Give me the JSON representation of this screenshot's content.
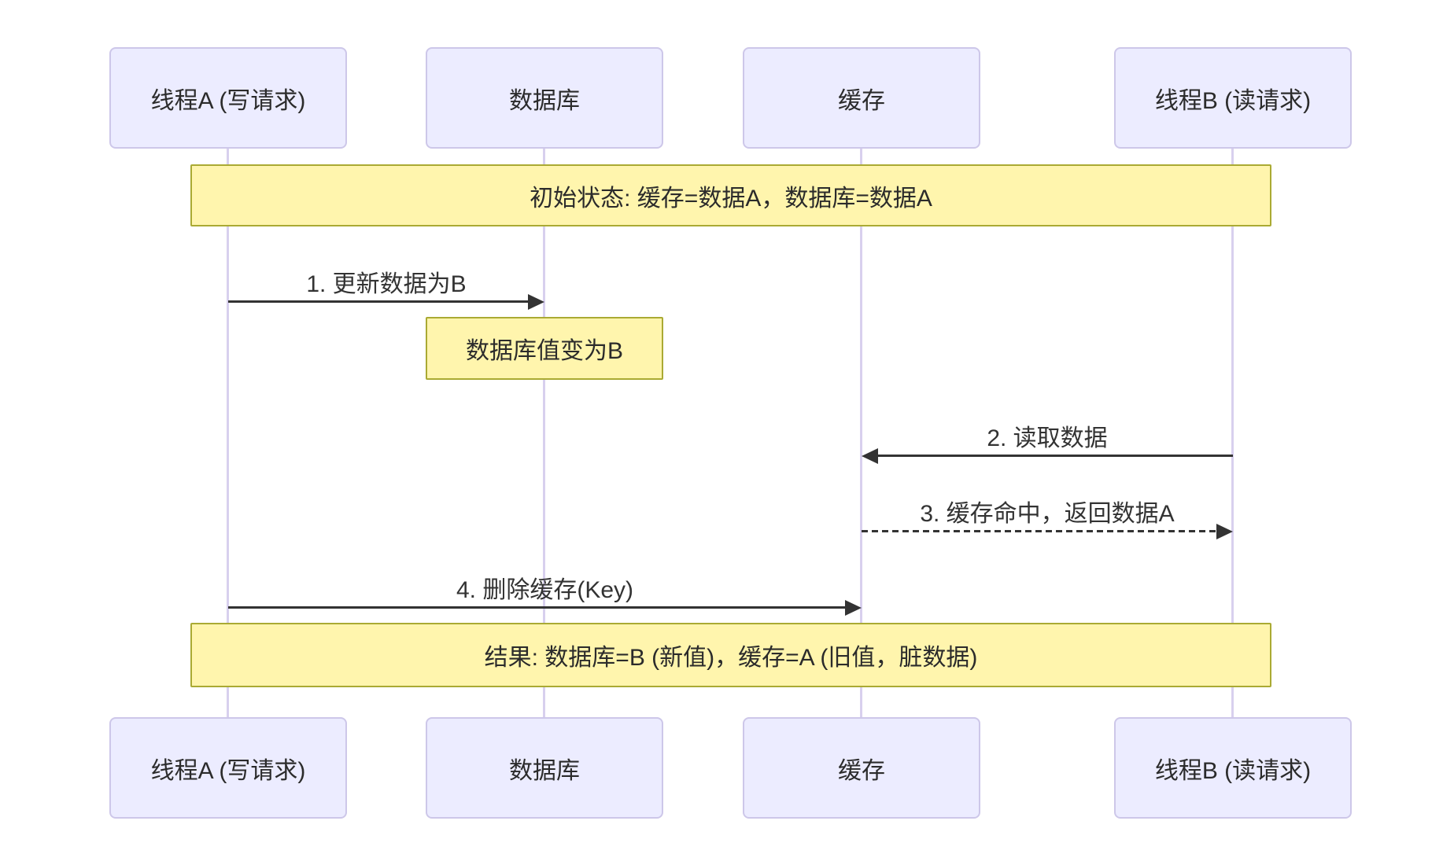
{
  "diagram_type": "sequence",
  "actors": [
    {
      "label": "线程A (写请求)"
    },
    {
      "label": "数据库"
    },
    {
      "label": "缓存"
    },
    {
      "label": "线程B (读请求)"
    }
  ],
  "notes": {
    "initial": {
      "text": "初始状态: 缓存=数据A，数据库=数据A",
      "span": "all"
    },
    "db_change": {
      "text": "数据库值变为B",
      "span": "数据库"
    },
    "result": {
      "text": "结果: 数据库=B (新值)，缓存=A (旧值，脏数据)",
      "span": "all"
    }
  },
  "messages": [
    {
      "label": "1. 更新数据为B",
      "from": "线程A (写请求)",
      "to": "数据库",
      "line": "solid",
      "direction": "right"
    },
    {
      "label": "2. 读取数据",
      "from": "线程B (读请求)",
      "to": "缓存",
      "line": "solid",
      "direction": "left"
    },
    {
      "label": "3. 缓存命中，返回数据A",
      "from": "缓存",
      "to": "线程B (读请求)",
      "line": "dashed",
      "direction": "right"
    },
    {
      "label": "4. 删除缓存(Key)",
      "from": "线程A (写请求)",
      "to": "缓存",
      "line": "solid",
      "direction": "right"
    }
  ],
  "colors": {
    "actor_fill": "#ECECFF",
    "actor_border": "#CDC7E9",
    "lifeline": "#D8D0EE",
    "note_fill": "#FFF5AD",
    "note_border": "#AAAA33",
    "arrow": "#333333",
    "text": "#2b2b2b",
    "background": "#ffffff"
  }
}
